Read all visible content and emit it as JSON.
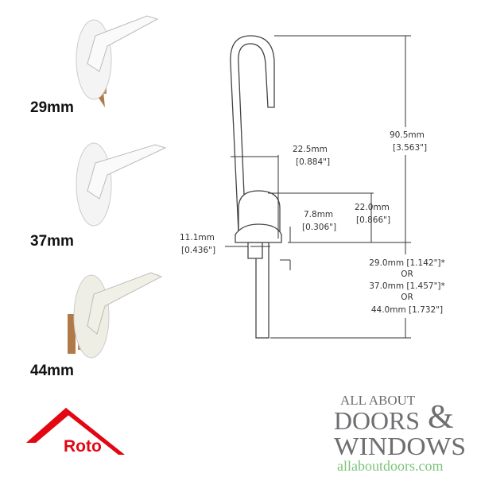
{
  "variants": [
    {
      "label": "29mm"
    },
    {
      "label": "37mm"
    },
    {
      "label": "44mm"
    }
  ],
  "dimensions": {
    "handle_offset": {
      "mm": "22.5mm",
      "in": "[0.884\"]"
    },
    "cap_height": {
      "mm": "22.0mm",
      "in": "[0.866\"]"
    },
    "base_offset": {
      "mm": "7.8mm",
      "in": "[0.306\"]"
    },
    "overall_height": {
      "mm": "90.5mm",
      "in": "[3.563\"]"
    },
    "shank_width": {
      "mm": "11.1mm",
      "in": "[0.436\"]"
    },
    "spindle_lengths": [
      {
        "text": "29.0mm  [1.142\"]*"
      },
      {
        "text": "OR"
      },
      {
        "text": "37.0mm  [1.457\"]*"
      },
      {
        "text": "OR"
      },
      {
        "text": "44.0mm  [1.732\"]"
      }
    ]
  },
  "brand_logo": {
    "text": "Roto",
    "color": "#e30613"
  },
  "store_logo": {
    "line1": "ALL ABOUT",
    "line2": "DOORS",
    "amp": "&",
    "line3": "WINDOWS",
    "url": "allaboutdoors.com",
    "gray": "#6d6e70",
    "green": "#7cc47a"
  }
}
